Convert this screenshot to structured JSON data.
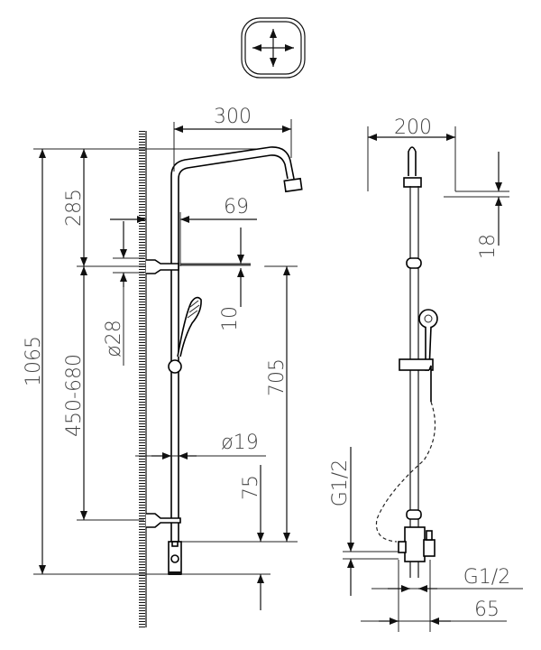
{
  "drawing": {
    "title": "Shower column dimension drawing",
    "front_view": {
      "dims": {
        "arm_reach": "300",
        "total_height": "1065",
        "top_to_bracket": "285",
        "bracket_spacing": "450-680",
        "bracket_diameter": "ø28",
        "wall_offset": "69",
        "bracket_thickness": "10",
        "bracket_to_bottom": "705",
        "rod_diameter": "ø19",
        "bottom_fitting": "75"
      }
    },
    "side_view": {
      "dims": {
        "head_depth": "200",
        "head_thickness": "18",
        "inlet_thread": "G1/2",
        "outlet_thread": "G1/2",
        "mixer_width": "65"
      }
    },
    "symbol": "cross-arrows-icon"
  },
  "colors": {
    "line": "#111111",
    "text": "#444444"
  }
}
